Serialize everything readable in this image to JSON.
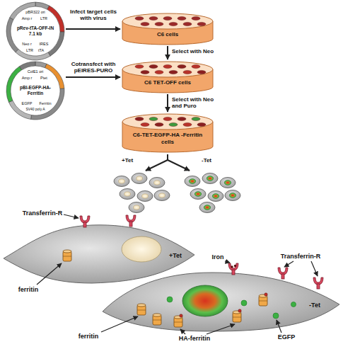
{
  "diagram": {
    "nodes": [
      {
        "text": [
          "pRev-tTA-OFF-IN 7.1 kb"
        ]
      },
      {
        "text": [
          "C6 cells"
        ]
      },
      {
        "text": [
          "pBI-EGFP-HA-Ferritin"
        ]
      },
      {
        "text": [
          "C6 TET-OFF cells"
        ]
      },
      {
        "text": [
          "C6-TET-EGFP-HA -Ferritin cells"
        ]
      }
    ],
    "edges": [
      {
        "from": 0,
        "to": 1,
        "arrow": "to",
        "label": "Infect target cells with virus"
      },
      {
        "from": 1,
        "to": 3,
        "arrow": "to",
        "label": "Select with Neo"
      },
      {
        "from": 2,
        "to": 3,
        "arrow": "to",
        "label": "Cotransfect with pEIRES-PURO"
      },
      {
        "from": 3,
        "to": 4,
        "arrow": "to",
        "label": "Select with Neo and Puro"
      }
    ],
    "labels": [
      "pBR322 ori",
      "Amp r",
      "LTR",
      "Neo r",
      "IRES",
      "LTR",
      "tTA",
      "ColE1 ori",
      "Amp r",
      "Ptet",
      "EGFP",
      "Ferritin",
      "SV40 poly A",
      "+Tet",
      "-Tet",
      "Transferrin-R",
      "ferritin",
      "+Tet",
      "Iron",
      "Transferrin-R",
      "-Tet",
      "ferritin",
      "HA-ferritin",
      "EGFP"
    ]
  }
}
